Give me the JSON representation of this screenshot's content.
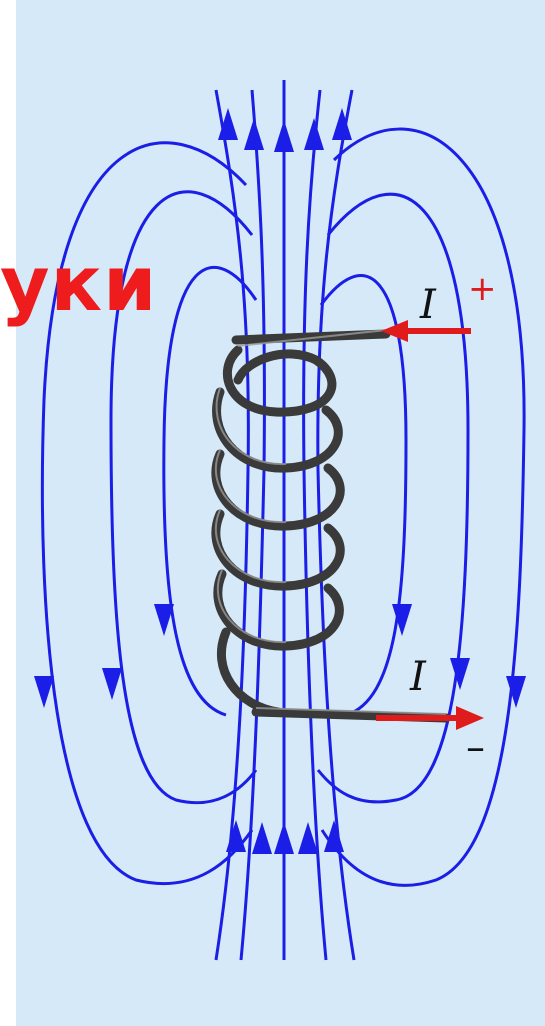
{
  "title_fragment": "уки",
  "labels": {
    "current_top": "I",
    "current_bottom": "I",
    "plus_sign": "+",
    "minus_sign": "–"
  },
  "colors": {
    "background_panel": "#d6e9f8",
    "field_lines": "#1a1ee6",
    "coil_wire": "#3a3a3a",
    "current_arrow": "#e01b1b",
    "title_text": "#ee1c1c"
  }
}
